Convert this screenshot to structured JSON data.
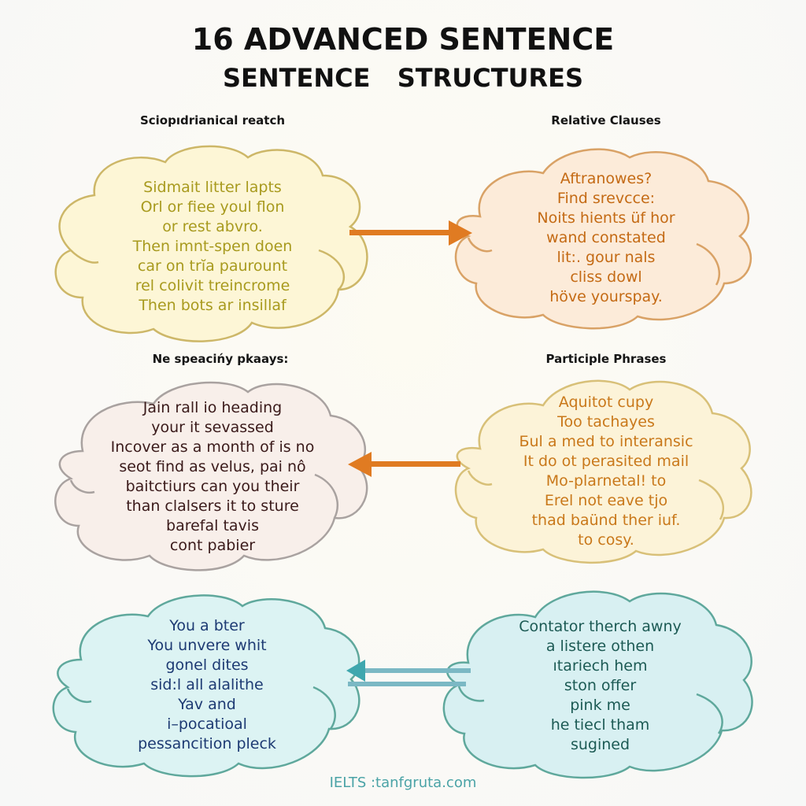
{
  "title": {
    "line1": "16 ADVANCED SENTENCE",
    "line2": "SENTENCE  STRUCTURES"
  },
  "sections": [
    {
      "label": "Sciopıdrianical reatch",
      "color_text": "#a89a1e",
      "color_fill": "#fdf6d6",
      "color_stroke": "#cdb768",
      "lines": [
        "Sidmait litter lapts",
        "Orl or fiee youl flon",
        "or rest abvro.",
        "Then imnt-spen doen",
        "car on trĭa paurount",
        "rel colivit treincrome",
        "Then bots ar insillaf"
      ]
    },
    {
      "label": "Relative Clauses",
      "color_text": "#c46a14",
      "color_fill": "#fcebd9",
      "color_stroke": "#d9a266",
      "lines": [
        "Aftranowes?",
        "Find srevcce:",
        "Noits hients üf hor",
        "wand constated",
        "lit:. gour nals",
        "cliss dowl",
        "höve yourspay."
      ]
    },
    {
      "label": "Ne speacińy pkaays:",
      "color_text": "#3a1a1a",
      "color_fill": "#f8efea",
      "color_stroke": "#a9a2a0",
      "lines": [
        "Jain rall io heading",
        "your it sevassed",
        "Incover as a month of is no",
        "seot find as velus, pai nô",
        "baitctiurs can you their",
        "than clalsers it to sture",
        "barefal tavis",
        "cont pabier"
      ]
    },
    {
      "label": "Participle Phrases",
      "color_text": "#c9781a",
      "color_fill": "#fcf3d8",
      "color_stroke": "#d8c078",
      "lines": [
        "Aquitot cupy",
        "Too tachayes",
        "Бul a med to interansic",
        "It do ot perasited mail",
        "Mo-plarnetal! to",
        "Erel not eave tjo",
        "thad baünd ther iuf.",
        "to cosy."
      ]
    },
    {
      "label": "",
      "color_text": "#1d3a73",
      "color_fill": "#dcf3f3",
      "color_stroke": "#5fa89c",
      "lines": [
        "You a bter",
        "You unvere whit",
        "gonel dites",
        "sid:l all alalithe",
        "Yav and",
        "i–pocatioal",
        "pessancition pleck"
      ]
    },
    {
      "label": "",
      "color_text": "#1c5a54",
      "color_fill": "#d8f0f2",
      "color_stroke": "#5fa89c",
      "lines": [
        "Contator therch awny",
        "a listere othen",
        "ıtariech hem",
        "ston offer",
        "pink me",
        "he tiecl tham",
        "sugined"
      ]
    }
  ],
  "arrows": {
    "row1": {
      "direction": "right",
      "color": "#e07b22"
    },
    "row2": {
      "direction": "left",
      "color": "#e07b22"
    },
    "row3": {
      "direction": "left",
      "color": "#3fa7ae",
      "line_color": "#7bb8c4"
    }
  },
  "footer": {
    "text": "IELTS :tanfgruta.com"
  }
}
